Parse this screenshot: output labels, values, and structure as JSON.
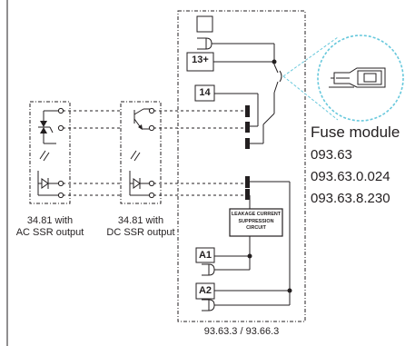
{
  "colors": {
    "line": "#231f20",
    "accent": "#67c8dc"
  },
  "relay_ac": {
    "caption_line1": "34.81 with",
    "caption_line2": "AC SSR output"
  },
  "relay_dc": {
    "caption_line1": "34.81 with",
    "caption_line2": "DC SSR output"
  },
  "base": {
    "caption": "93.63.3 / 93.66.3",
    "terminals": {
      "t13": "13+",
      "t14": "14",
      "a1": "A1",
      "a2": "A2"
    },
    "suppression_label": [
      "LEAKAGE CURRENT",
      "SUPPRESSION",
      "CIRCUIT"
    ]
  },
  "fuse_module": {
    "title": "Fuse module",
    "codes": [
      "093.63",
      "093.63.0.024",
      "093.63.8.230"
    ]
  }
}
